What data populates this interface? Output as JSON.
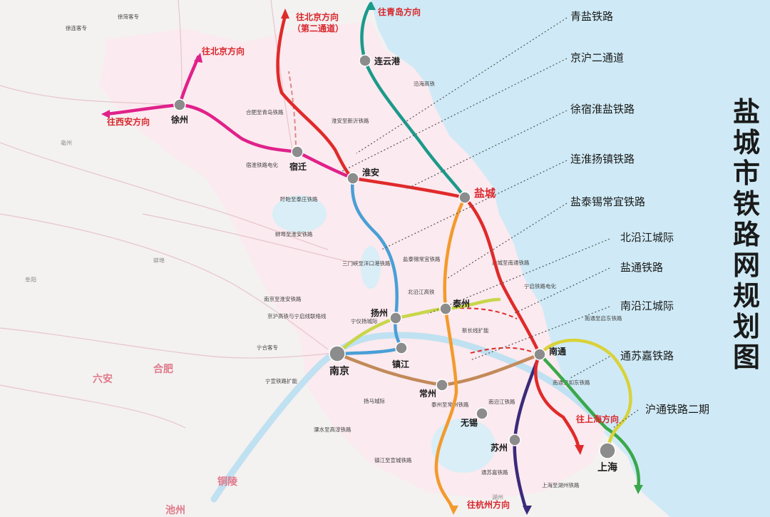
{
  "title": "盐城市铁路网规划图",
  "colors": {
    "sea": "#cfeaf6",
    "land": "#f4f1f1",
    "jiangsu": "#fbe9ef",
    "red_line": "#e02a2a",
    "teal_line": "#1b9a8a",
    "magenta_line": "#e0218a",
    "blue_line": "#4a9fd6",
    "orange_line": "#f39a2c",
    "lime_line": "#c8d64a",
    "navy_line": "#3b2a7a",
    "brown_line": "#c28a5a",
    "green_line": "#3aa84a",
    "yellow_line": "#d9d23a"
  },
  "cities": {
    "xuzhou": "徐州",
    "suqian": "宿迁",
    "huaian": "淮安",
    "lianyungang": "连云港",
    "yancheng": "盐城",
    "yangzhou": "扬州",
    "taizhou": "泰州",
    "nanjing": "南京",
    "zhenjiang": "镇江",
    "changzhou": "常州",
    "wuxi": "无锡",
    "suzhou": "苏州",
    "nantong": "南通",
    "shanghai": "上海"
  },
  "directions": {
    "beijing_1": "往北京方向",
    "beijing_2_l1": "往北京方向",
    "beijing_2_l2": "（第二通道）",
    "qingdao": "往青岛方向",
    "xian": "往西安方向",
    "shanghai": "往上海方向",
    "hangzhou": "往杭州方向"
  },
  "legend": [
    "青盐铁路",
    "京沪二通道",
    "徐宿淮盐铁路",
    "连淮扬镇铁路",
    "盐泰锡常宜铁路",
    "北沿江城际",
    "盐通铁路",
    "南沿江城际",
    "通苏嘉铁路",
    "沪通铁路二期"
  ],
  "small_labels": {
    "l1": "徐菏客专",
    "l2": "徐连客专",
    "l3": "合肥至青岛铁路",
    "l4": "宿淮铁路电化",
    "l5": "淮安至新沂铁路",
    "l6": "沿海高铁",
    "l7": "三门峡至洋口港铁路",
    "l8": "盐泰锡常宜铁路",
    "l9": "北沿江高铁",
    "l10": "宁启铁路电化",
    "l11": "新长线扩能",
    "l12": "南京至淮安铁路",
    "l13": "京沪高铁与宁启线联络线",
    "l14": "宁合客专",
    "l15": "宁宣铁路扩能",
    "l16": "扬马城际",
    "l17": "溧水至高淳铁路",
    "l18": "镇江至宣城铁路",
    "l19": "泰州至常州铁路",
    "l20": "南沿江铁路",
    "l21": "南通至启东铁路",
    "l22": "南通至如东铁路",
    "l23": "通苏嘉铁路",
    "l24": "上海至湖州铁路",
    "l25": "盐城至南通铁路",
    "l26": "宁仪扬城际",
    "l27": "盱眙至泰庄铁路",
    "l28": "蚌埠至淮安铁路"
  },
  "places": {
    "liuan": "六安",
    "hefei": "合肥",
    "tongling": "铜陵",
    "chizhou": "池州",
    "bozhou": "亳州",
    "fuyang": "阜阳",
    "bengbu": "蚌埠",
    "huzhou": "湖州"
  }
}
